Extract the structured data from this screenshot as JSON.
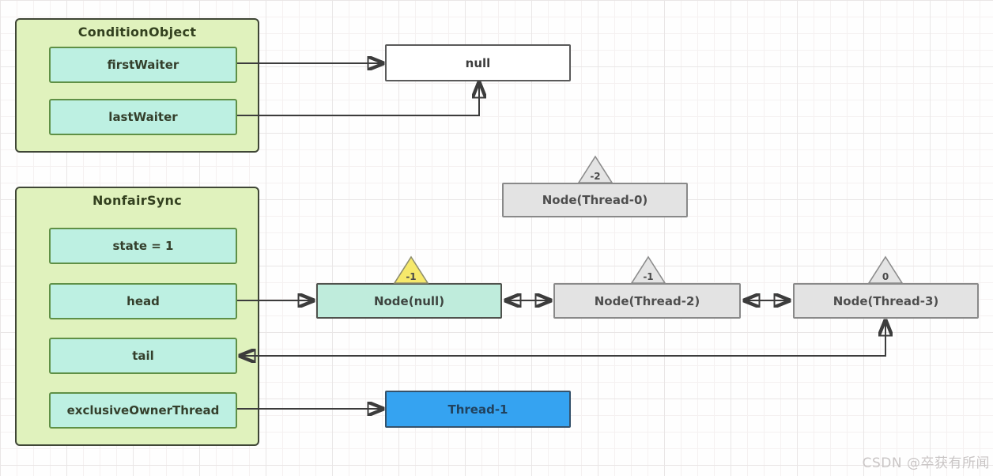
{
  "condition_object": {
    "title": "ConditionObject",
    "fields": [
      {
        "label": "firstWaiter"
      },
      {
        "label": "lastWaiter"
      }
    ]
  },
  "nonfair_sync": {
    "title": "NonfairSync",
    "fields": [
      {
        "label": "state = 1"
      },
      {
        "label": "head"
      },
      {
        "label": "tail"
      },
      {
        "label": "exclusiveOwnerThread"
      }
    ]
  },
  "null_box": {
    "label": "null"
  },
  "queue_nodes": [
    {
      "label": "Node(Thread-0)",
      "wait_status": "-2",
      "variant": "gray"
    },
    {
      "label": "Node(null)",
      "wait_status": "-1",
      "variant": "cyan"
    },
    {
      "label": "Node(Thread-2)",
      "wait_status": "-1",
      "variant": "gray"
    },
    {
      "label": "Node(Thread-3)",
      "wait_status": "0",
      "variant": "gray"
    }
  ],
  "owner_thread": {
    "label": "Thread-1"
  },
  "watermark": "CSDN @卒获有所闻",
  "colors": {
    "group_fill": "#e0f2bd",
    "group_border": "#3f4636",
    "field_fill": "#bdf0e2",
    "field_border": "#5f9046",
    "node_gray_fill": "#e3e3e3",
    "node_gray_border": "#898989",
    "node_cyan_fill": "#bfecdc",
    "null_fill": "#ffffff",
    "thread_fill": "#35a3f1",
    "triangle_yellow": "#f6e96b",
    "triangle_gray": "#e4e4e4",
    "arrow": "#3c3c3c",
    "watermark_text": "#c9c5c5"
  }
}
